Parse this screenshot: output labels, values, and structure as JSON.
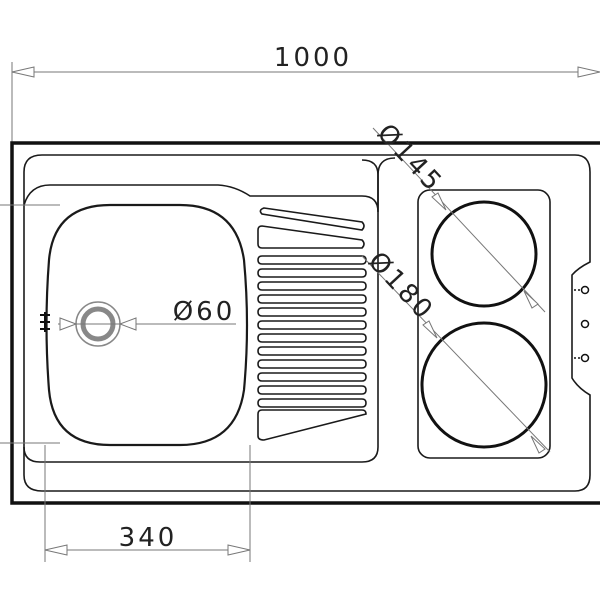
{
  "drawing": {
    "overall_width_label": "1000",
    "bowl_width_label": "340",
    "drain_diameter_label": "Ø60",
    "small_hotplate_label": "Ø145",
    "large_hotplate_label": "Ø180"
  },
  "colors": {
    "line": "#1a1a1a",
    "dimension": "#777777"
  }
}
